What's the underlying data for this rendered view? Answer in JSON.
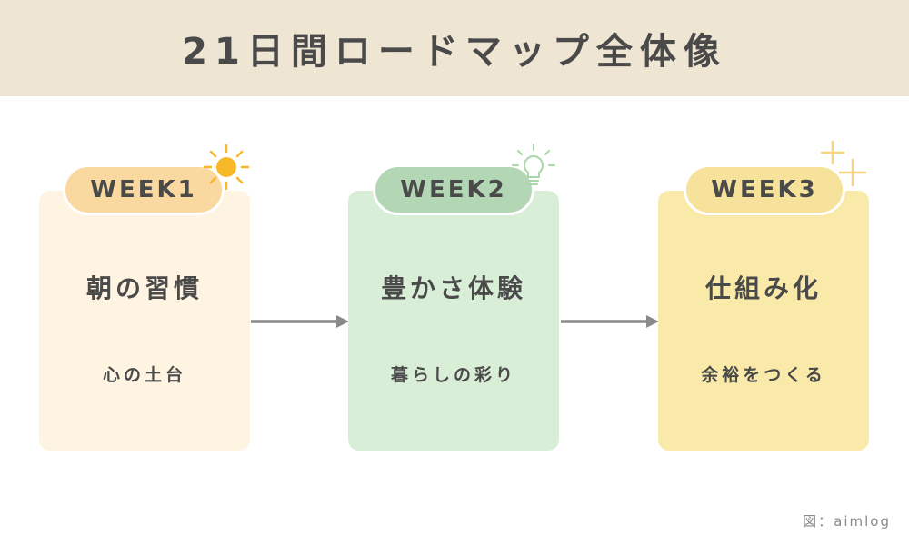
{
  "header": {
    "title": "21日間ロードマップ全体像"
  },
  "weeks": [
    {
      "label": "WEEK1",
      "title": "朝の習慣",
      "subtitle": "心の土台",
      "icon": "sun-icon",
      "card_color": "#fff3e1",
      "pill_color": "#f9d9a0"
    },
    {
      "label": "WEEK2",
      "title": "豊かさ体験",
      "subtitle": "暮らしの彩り",
      "icon": "lightbulb-icon",
      "card_color": "#d9eed6",
      "pill_color": "#b3d7b4"
    },
    {
      "label": "WEEK3",
      "title": "仕組み化",
      "subtitle": "余裕をつくる",
      "icon": "sparkle-icon",
      "card_color": "#f9eaa9",
      "pill_color": "#f6e29a"
    }
  ],
  "colors": {
    "header_bg": "#efe5d3",
    "arrow": "#8a8a8a",
    "text": "#4a4a4a",
    "sun": "#f7b928",
    "bulb": "#a8d8a8",
    "sparkle": "#f5d67a"
  },
  "credit": "図：aimlog"
}
